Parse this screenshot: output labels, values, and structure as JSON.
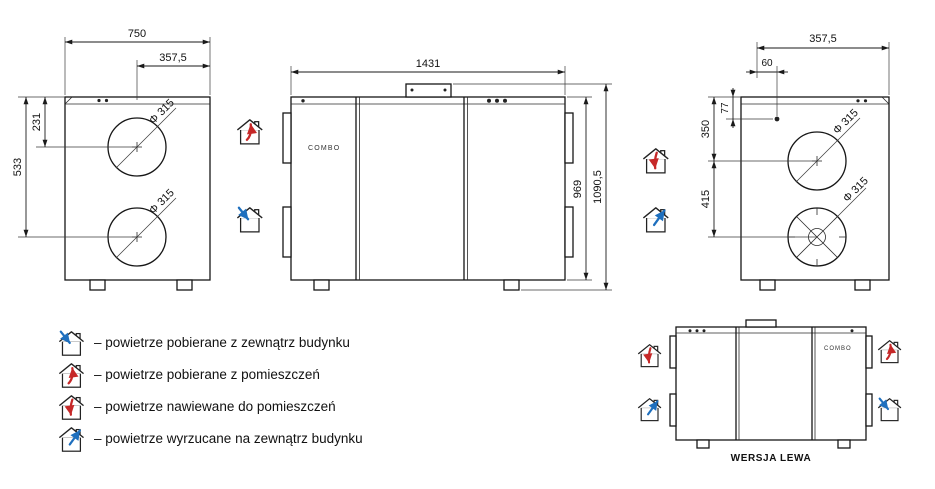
{
  "colors": {
    "line": "#161616",
    "red": "#c62828",
    "blue": "#1e6fbe"
  },
  "views": {
    "side_left": {
      "dim_width": "750",
      "dim_half_width": "357,5",
      "dim_port_top": "231",
      "dim_port_bottom": "533",
      "port_top_diameter": "Φ 315",
      "port_bottom_diameter": "Φ 315"
    },
    "front": {
      "dim_length": "1431",
      "dim_height_body": "969",
      "dim_height_total": "1090,5",
      "brand": "COMBO"
    },
    "side_right": {
      "dim_half_width": "357,5",
      "dim_offset_60": "60",
      "dim_offset_77": "77",
      "dim_port_top": "350",
      "dim_port_spacing": "415",
      "port_top_diameter": "Φ 315",
      "port_bottom_diameter": "Φ 315"
    },
    "left_version": {
      "brand": "COMBO",
      "caption": "WERSJA LEWA"
    }
  },
  "legend": {
    "items": [
      {
        "icon": "house-blue-in-icon",
        "text": "– powietrze pobierane z zewnątrz budynku"
      },
      {
        "icon": "house-red-up-icon",
        "text": "– powietrze pobierane z pomieszczeń"
      },
      {
        "icon": "house-red-down-icon",
        "text": "– powietrze nawiewane do pomieszczeń"
      },
      {
        "icon": "house-blue-out-icon",
        "text": "– powietrze wyrzucane na zewnątrz budynku"
      }
    ]
  }
}
